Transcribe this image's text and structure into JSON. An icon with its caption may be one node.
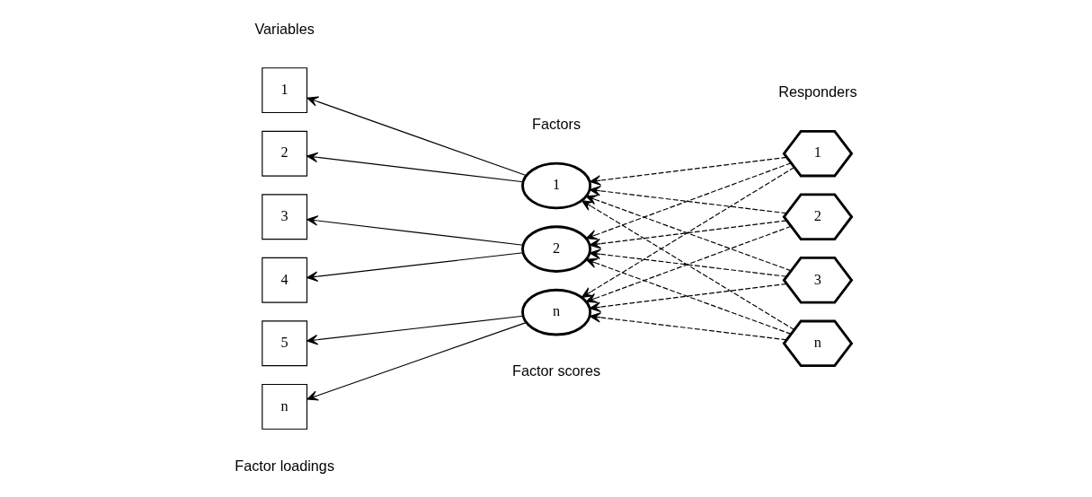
{
  "diagram": {
    "nodes": [
      {
        "text": [
          "1"
        ]
      },
      {
        "text": [
          "2"
        ]
      },
      {
        "text": [
          "3"
        ]
      },
      {
        "text": [
          "4"
        ]
      },
      {
        "text": [
          "5"
        ]
      },
      {
        "text": [
          "n"
        ]
      },
      {
        "text": [
          "1"
        ]
      },
      {
        "text": [
          "2"
        ]
      },
      {
        "text": [
          "n"
        ]
      },
      {
        "text": [
          "1"
        ]
      },
      {
        "text": [
          "2"
        ]
      },
      {
        "text": [
          "3"
        ]
      },
      {
        "text": [
          "n"
        ]
      }
    ],
    "edges": [
      {
        "from": 6,
        "to": 0,
        "arrow": "to"
      },
      {
        "from": 6,
        "to": 1,
        "arrow": "to"
      },
      {
        "from": 7,
        "to": 2,
        "arrow": "to"
      },
      {
        "from": 7,
        "to": 3,
        "arrow": "to"
      },
      {
        "from": 8,
        "to": 4,
        "arrow": "to"
      },
      {
        "from": 8,
        "to": 5,
        "arrow": "to"
      },
      {
        "from": 9,
        "to": 6,
        "arrow": "to",
        "style": "dashed"
      },
      {
        "from": 9,
        "to": 7,
        "arrow": "to",
        "style": "dashed"
      },
      {
        "from": 9,
        "to": 8,
        "arrow": "to",
        "style": "dashed"
      },
      {
        "from": 10,
        "to": 6,
        "arrow": "to",
        "style": "dashed"
      },
      {
        "from": 10,
        "to": 7,
        "arrow": "to",
        "style": "dashed"
      },
      {
        "from": 10,
        "to": 8,
        "arrow": "to",
        "style": "dashed"
      },
      {
        "from": 11,
        "to": 6,
        "arrow": "to",
        "style": "dashed"
      },
      {
        "from": 11,
        "to": 7,
        "arrow": "to",
        "style": "dashed"
      },
      {
        "from": 11,
        "to": 8,
        "arrow": "to",
        "style": "dashed"
      },
      {
        "from": 12,
        "to": 6,
        "arrow": "to",
        "style": "dashed"
      },
      {
        "from": 12,
        "to": 7,
        "arrow": "to",
        "style": "dashed"
      },
      {
        "from": 12,
        "to": 8,
        "arrow": "to",
        "style": "dashed"
      }
    ],
    "labels": [
      "Variables",
      "Factors",
      "Responders",
      "Factor loadings",
      "Factor scores"
    ]
  }
}
